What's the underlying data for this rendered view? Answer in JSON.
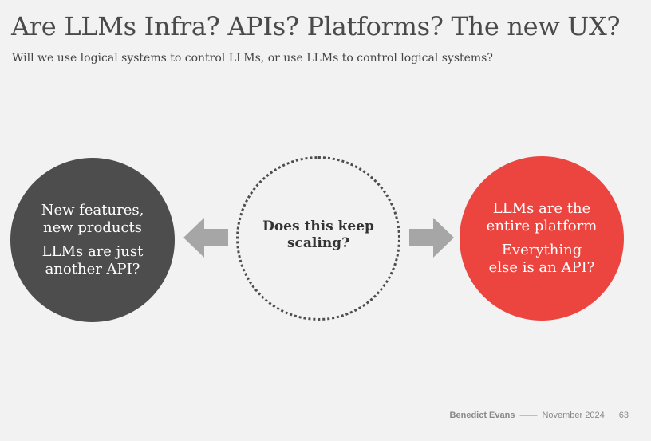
{
  "slide": {
    "title": "Are LLMs Infra? APIs? Platforms? The new UX?",
    "subtitle": "Will we use logical systems to control LLMs, or use LLMs to control logical systems?"
  },
  "left_circle": {
    "color": "#4d4d4d",
    "lines": [
      "New features,\nnew products",
      "LLMs are just\nanother API?"
    ]
  },
  "center_circle": {
    "text": "Does this keep\nscaling?"
  },
  "right_circle": {
    "color": "#ec4540",
    "lines": [
      "LLMs are the\nentire platform",
      "Everything\nelse is an API?"
    ]
  },
  "arrows": {
    "color": "#a6a6a6",
    "left_icon": "arrow-left-icon",
    "right_icon": "arrow-right-icon"
  },
  "footer": {
    "author": "Benedict Evans",
    "separator": "——",
    "date": "November 2024",
    "page": "63"
  }
}
